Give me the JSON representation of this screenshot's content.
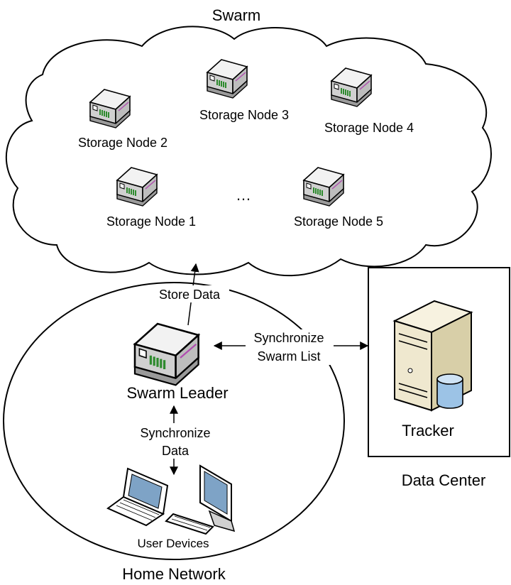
{
  "swarm": {
    "title": "Swarm",
    "nodes": [
      {
        "label": "Storage Node 2"
      },
      {
        "label": "Storage Node 3"
      },
      {
        "label": "Storage Node 4"
      },
      {
        "label": "Storage Node 1"
      },
      {
        "label": "Storage Node 5"
      }
    ],
    "ellipsis": "…"
  },
  "home": {
    "title": "Home Network",
    "leader_label": "Swarm Leader",
    "devices_label": "User Devices"
  },
  "datacenter": {
    "title": "Data Center",
    "tracker_label": "Tracker"
  },
  "edges": {
    "store": "Store Data",
    "sync_swarm_line1": "Synchronize",
    "sync_swarm_line2": "Swarm List",
    "sync_data_line1": "Synchronize",
    "sync_data_line2": "Data"
  },
  "colors": {
    "line": "#000000",
    "node_body": "#d9d9d9",
    "node_top": "#f2f2f2",
    "node_led": "#2e8b2e",
    "node_accent": "#b04cb0",
    "server_body": "#efe8cf",
    "db": "#9cc3e6"
  }
}
